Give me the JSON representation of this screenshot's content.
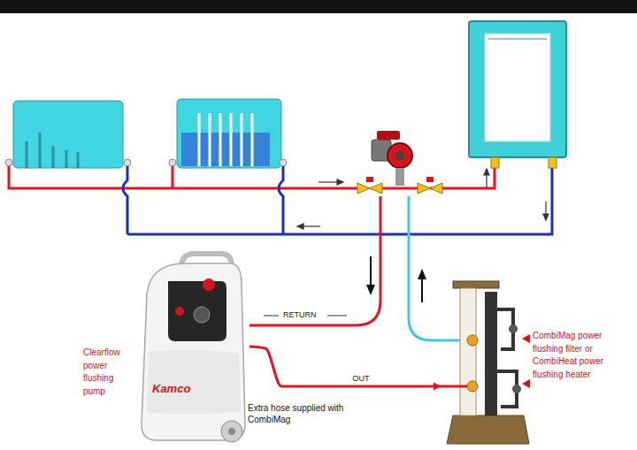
{
  "diagram": {
    "nodes": [
      {
        "text": [
          "Clearflow power flushing pump",
          "Kamco"
        ]
      },
      {
        "text": [
          "CombiMag power flushing filter or CombiHeat power flushing heater"
        ]
      }
    ],
    "edges": [
      {
        "from": 0,
        "to": 1,
        "arrow": "to",
        "label": "OUT"
      }
    ],
    "labels": [
      "RETURN",
      "Extra hose supplied with CombiMag"
    ]
  }
}
